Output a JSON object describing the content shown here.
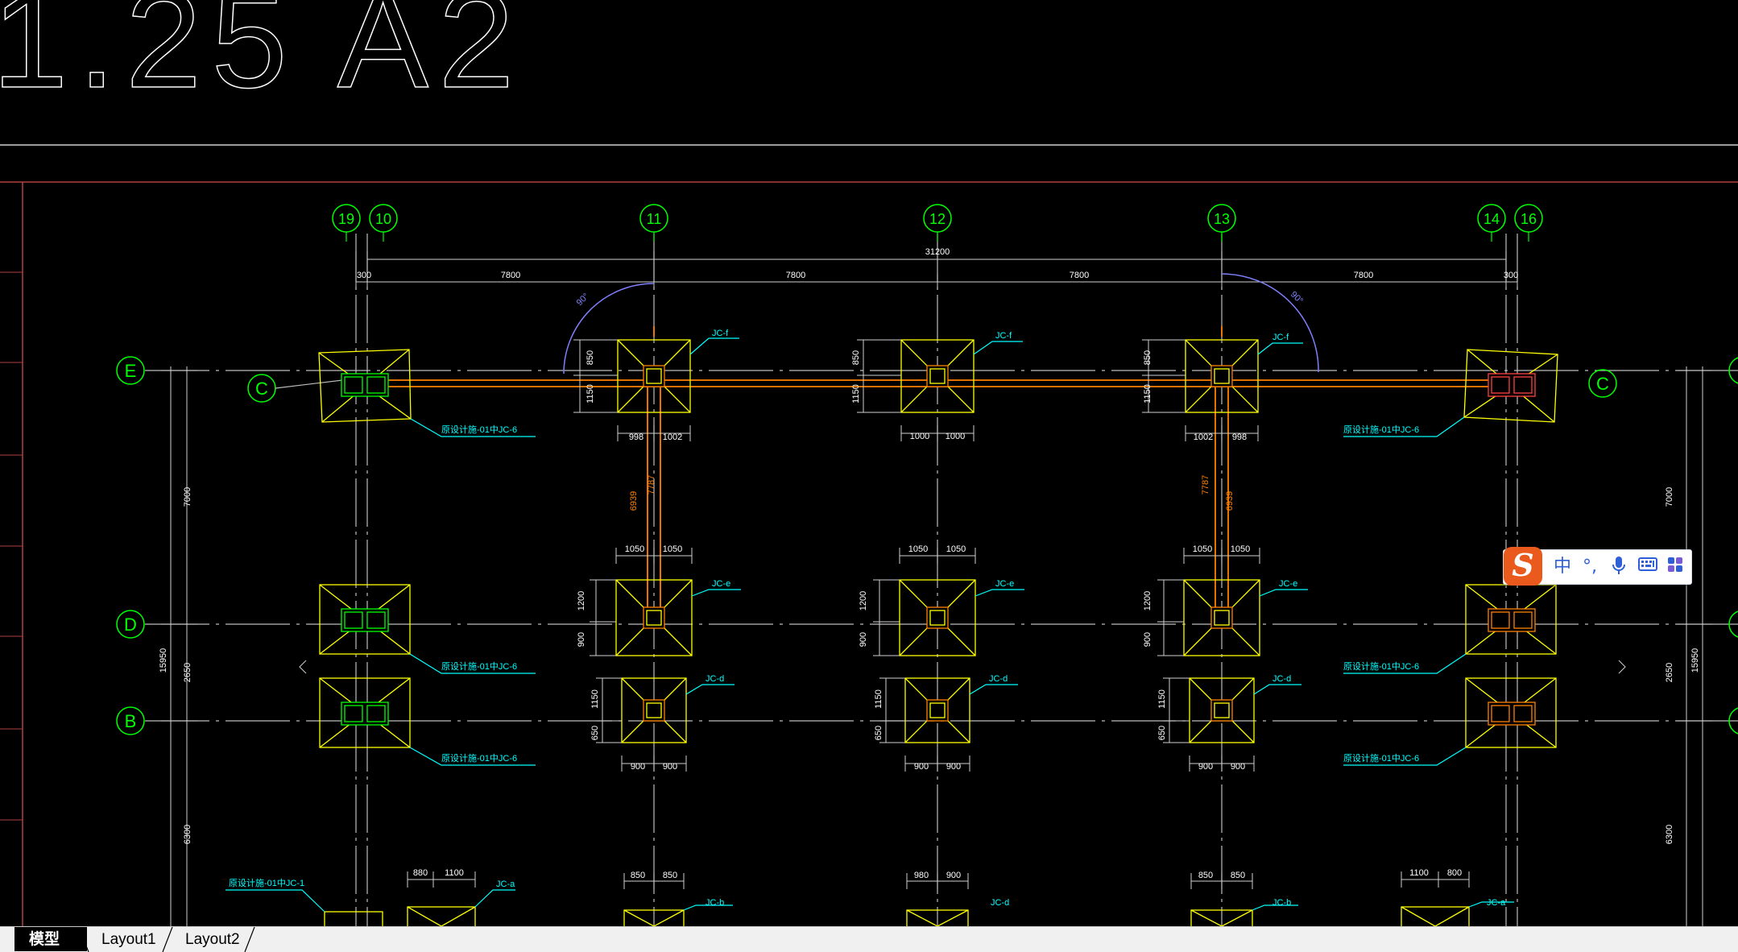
{
  "drawing": {
    "title_fragment": "1.25 A2",
    "axes_top": [
      "19",
      "10",
      "11",
      "12",
      "13",
      "14",
      "16"
    ],
    "axes_left": [
      "E",
      "C",
      "D",
      "B"
    ],
    "axis_right_label": "C",
    "overall_dim": "31200",
    "span_dims": [
      "300",
      "7800",
      "7800",
      "7800",
      "7800",
      "300"
    ],
    "angle_label": "90°",
    "vert_dims": {
      "left_upper": "7000",
      "left_mid": "2650",
      "left_total": "15950",
      "left_lower": "6300",
      "right_upper": "7000",
      "right_mid": "2650",
      "right_total": "15950",
      "right_lower": "6300"
    },
    "footings": {
      "JC_f": "JC-f",
      "JC_e": "JC-e",
      "JC_d": "JC-d",
      "JC_b": "JC-b",
      "JC_a": "JC-a",
      "ref_6": "原设计施-01中JC-6",
      "ref_1": "原设计施-01中JC-1"
    },
    "dims": {
      "d850": "850",
      "d1150": "1150",
      "d998": "998",
      "d1002": "1002",
      "d1000": "1000",
      "d1050": "1050",
      "d1200": "1200",
      "d900": "900",
      "d650": "650",
      "d880": "880",
      "d1100": "1100",
      "d980": "980",
      "d800": "800",
      "d6939": "6939",
      "d7787": "7787"
    }
  },
  "ime_toolbar": {
    "logo": "S",
    "mode": "中",
    "punct": "°,",
    "mic_icon": "microphone-icon",
    "keyboard_icon": "keyboard-icon",
    "apps_icon": "apps-grid-icon"
  },
  "tabs": {
    "model": "模型",
    "layout1": "Layout1",
    "layout2": "Layout2"
  },
  "colors": {
    "background": "#000000",
    "axis_green": "#00ff00",
    "footing_yellow": "#ffff00",
    "beam_orange": "#ff8000",
    "label_cyan": "#00ffff",
    "dim_white": "#ffffff",
    "frame_red": "#b04040"
  }
}
